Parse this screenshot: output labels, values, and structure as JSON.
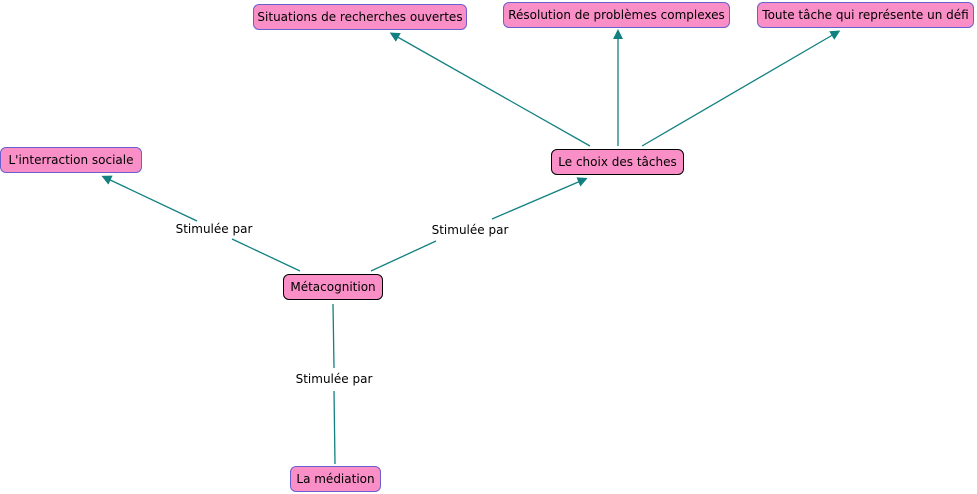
{
  "colors": {
    "node_fill": "#f98fc6",
    "node_border": "#6b5fd0",
    "core_border": "#000000",
    "link": "#128080"
  },
  "nodes": {
    "situations": "Situations de recherches ouvertes",
    "resolution": "Résolution de problèmes complexes",
    "toute_tache": "Toute tâche qui représente un défi",
    "interaction": "L'interraction sociale",
    "choix": "Le choix des tâches",
    "metacognition": "Métacognition",
    "mediation": "La médiation"
  },
  "links": {
    "meta_interaction": "Stimulée par",
    "meta_choix": "Stimulée par",
    "meta_mediation": "Stimulée par"
  }
}
